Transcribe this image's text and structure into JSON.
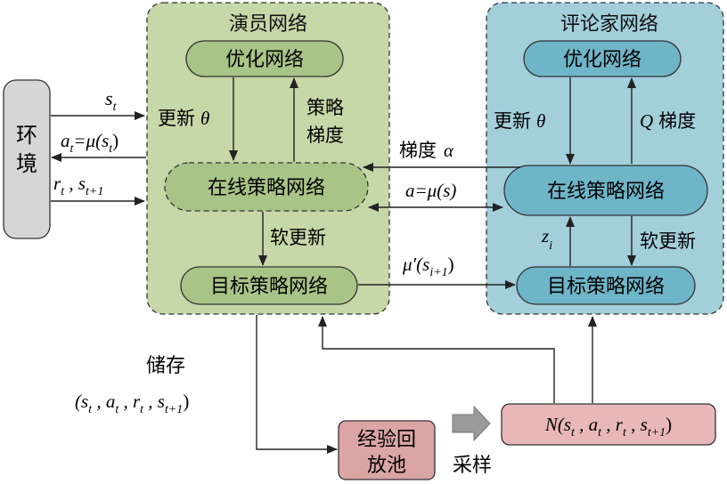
{
  "actor": {
    "title": "演员网络",
    "optimize": "优化网络",
    "online": "在线策略网络",
    "target": "目标策略网络",
    "update_theta_prefix": "更新",
    "theta": "θ",
    "policy_gradient_1": "策略",
    "policy_gradient_2": "梯度",
    "soft_update": "软更新"
  },
  "critic": {
    "title": "评论家网络",
    "optimize": "优化网络",
    "online": "在线策略网络",
    "target": "目标策略网络",
    "update_theta_prefix": "更新",
    "theta": "θ",
    "q_symbol": "Q",
    "q_gradient": "梯度",
    "z": "z",
    "z_sub": "i",
    "soft_update": "软更新"
  },
  "environment": {
    "line1": "环",
    "line2": "境"
  },
  "env_arrows": {
    "s": "s",
    "s_sub": "t",
    "a": "a",
    "a_sub": "t",
    "eq_mu": "=μ(s",
    "a_close": ")",
    "r": "r",
    "r_sub": "t",
    "comma": " , ",
    "s1": "s",
    "s1_sub": "t+1"
  },
  "middle": {
    "gradient_label": "梯度",
    "alpha": "α",
    "a_eq_mu": "a=μ(s)",
    "mu_prime": "μ′(s",
    "mu_prime_sub": "i+1",
    "mu_prime_close": ")"
  },
  "storage": {
    "label": "储存",
    "tuple_open": "(s",
    "t1": "t",
    "a": " , a",
    "t2": "t",
    "r": " , r",
    "t3": "t",
    "s": " , s",
    "t4": "t+1",
    "close": ")"
  },
  "replay": {
    "line1": "经验回",
    "line2": "放池"
  },
  "sample_label": "采样",
  "sample_box": {
    "open": "N(s",
    "t1": "t",
    "a": " , a",
    "t2": "t",
    "r": " , r",
    "t3": "t",
    "s": " , s",
    "t4": "t+1",
    "close": ")"
  },
  "colors": {
    "actor_fill": "#c6d7a8",
    "actor_node": "#a9c487",
    "critic_fill": "#a3cfdb",
    "critic_node": "#6fb5c8",
    "env_fill": "#d6d6d6",
    "replay_fill": "#dba5a5",
    "sample_fill": "#e8b7b7",
    "line": "#222222"
  }
}
